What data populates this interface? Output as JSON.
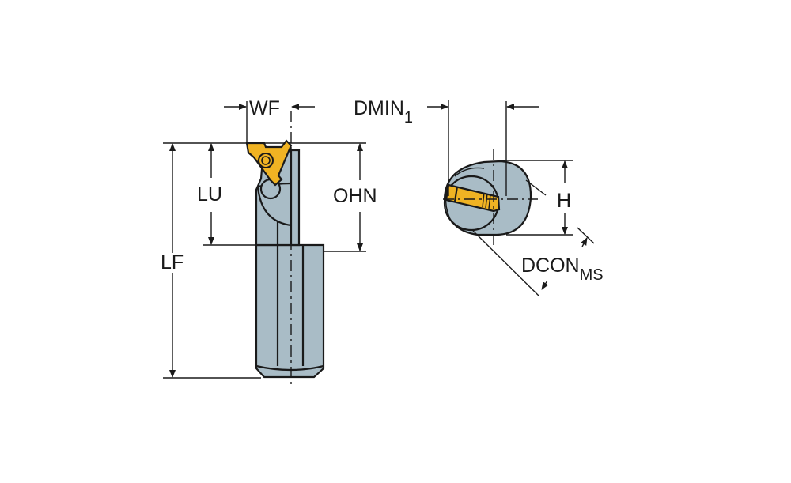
{
  "diagram": {
    "title": "Internal threading boring bar dimension drawing",
    "colors": {
      "body": "#a9bcc6",
      "insert": "#f0b323",
      "line": "#1a1a1a",
      "background": "#ffffff"
    },
    "labels": {
      "wf": "WF",
      "lu": "LU",
      "ohn": "OHN",
      "lf": "LF",
      "dmin": "DMIN",
      "dmin_sub": "1",
      "h": "H",
      "dcon": "DCON",
      "dcon_sub": "MS"
    }
  }
}
